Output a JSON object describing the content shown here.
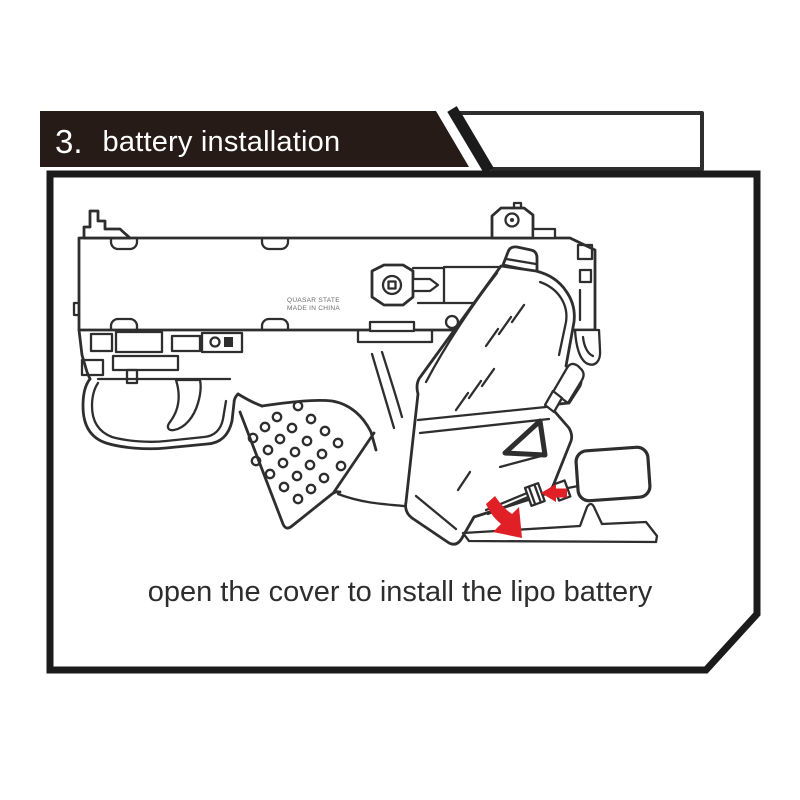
{
  "banner": {
    "step_number": "3.",
    "title": "battery installation"
  },
  "caption": "open the cover to install the lipo battery",
  "gun": {
    "marking_line1": "QUASAR STATE",
    "marking_line2": "MADE IN CHINA"
  },
  "colors": {
    "line": "#2e2e2e",
    "frame": "#1b1b1b",
    "banner_bg": "#261b16",
    "arrow_red": "#e01f26",
    "page_bg": "#ffffff"
  }
}
